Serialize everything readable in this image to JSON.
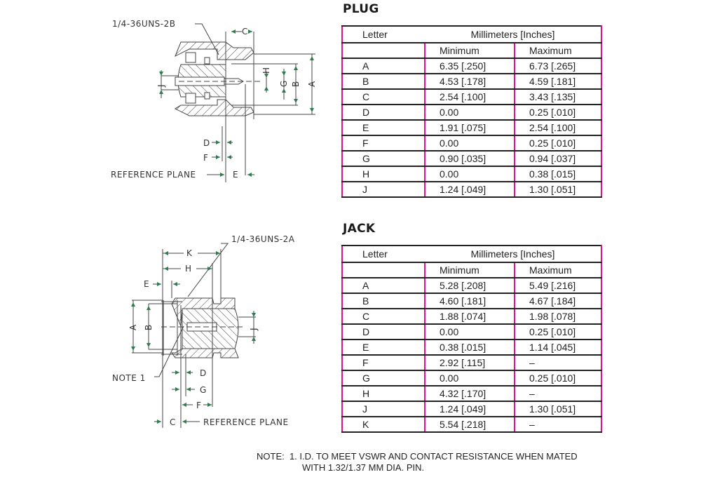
{
  "plug": {
    "title": "PLUG",
    "diagram": {
      "thread_label": "1/4-36UNS-2B",
      "reference_plane_label": "REFERENCE PLANE",
      "dimension_labels": [
        "A",
        "B",
        "C",
        "D",
        "E",
        "F",
        "G",
        "H",
        "J"
      ]
    },
    "table": {
      "col_letter": "Letter",
      "col_group": "Millimeters [Inches]",
      "col_min": "Minimum",
      "col_max": "Maximum",
      "rows": [
        {
          "letter": "A",
          "min": "6.35 [.250]",
          "max": "6.73 [.265]"
        },
        {
          "letter": "B",
          "min": "4.53 [.178]",
          "max": "4.59 [.181]"
        },
        {
          "letter": "C",
          "min": "2.54 [.100]",
          "max": "3.43 [.135]"
        },
        {
          "letter": "D",
          "min": "0.00",
          "max": "0.25 [.010]"
        },
        {
          "letter": "E",
          "min": "1.91 [.075]",
          "max": "2.54 [.100]"
        },
        {
          "letter": "F",
          "min": "0.00",
          "max": "0.25 [.010]"
        },
        {
          "letter": "G",
          "min": "0.90 [.035]",
          "max": "0.94 [.037]"
        },
        {
          "letter": "H",
          "min": "0.00",
          "max": "0.38 [.015]"
        },
        {
          "letter": "J",
          "min": "1.24 [.049]",
          "max": "1.30 [.051]"
        }
      ]
    }
  },
  "jack": {
    "title": "JACK",
    "diagram": {
      "thread_label": "1/4-36UNS-2A",
      "note_label": "NOTE 1",
      "reference_plane_label": "REFERENCE PLANE",
      "dimension_labels": [
        "A",
        "B",
        "C",
        "D",
        "E",
        "F",
        "G",
        "H",
        "J",
        "K"
      ]
    },
    "table": {
      "col_letter": "Letter",
      "col_group": "Millimeters [Inches]",
      "col_min": "Minimum",
      "col_max": "Maximum",
      "rows": [
        {
          "letter": "A",
          "min": "5.28 [.208]",
          "max": "5.49 [.216]"
        },
        {
          "letter": "B",
          "min": "4.60 [.181]",
          "max": "4.67 [.184]"
        },
        {
          "letter": "C",
          "min": "1.88 [.074]",
          "max": "1.98 [.078]"
        },
        {
          "letter": "D",
          "min": "0.00",
          "max": "0.25 [.010]"
        },
        {
          "letter": "E",
          "min": "0.38 [.015]",
          "max": "1.14 [.045]"
        },
        {
          "letter": "F",
          "min": "2.92 [.115]",
          "max": "–"
        },
        {
          "letter": "G",
          "min": "0.00",
          "max": "0.25 [.010]"
        },
        {
          "letter": "H",
          "min": "4.32 [.170]",
          "max": "–"
        },
        {
          "letter": "J",
          "min": "1.24 [.049]",
          "max": "1.30 [.051]"
        },
        {
          "letter": "K",
          "min": "5.54 [.218]",
          "max": "–"
        }
      ]
    }
  },
  "note": {
    "line1": "NOTE:  1. I.D. TO MEET VSWR AND CONTACT RESISTANCE WHEN MATED",
    "line2": "WITH 1.32/1.37 MM DIA. PIN."
  },
  "colors": {
    "table_vertical_rule": "#e0118c",
    "table_horizontal_rule": "#222222",
    "arrowhead": "#2e7d4f"
  }
}
